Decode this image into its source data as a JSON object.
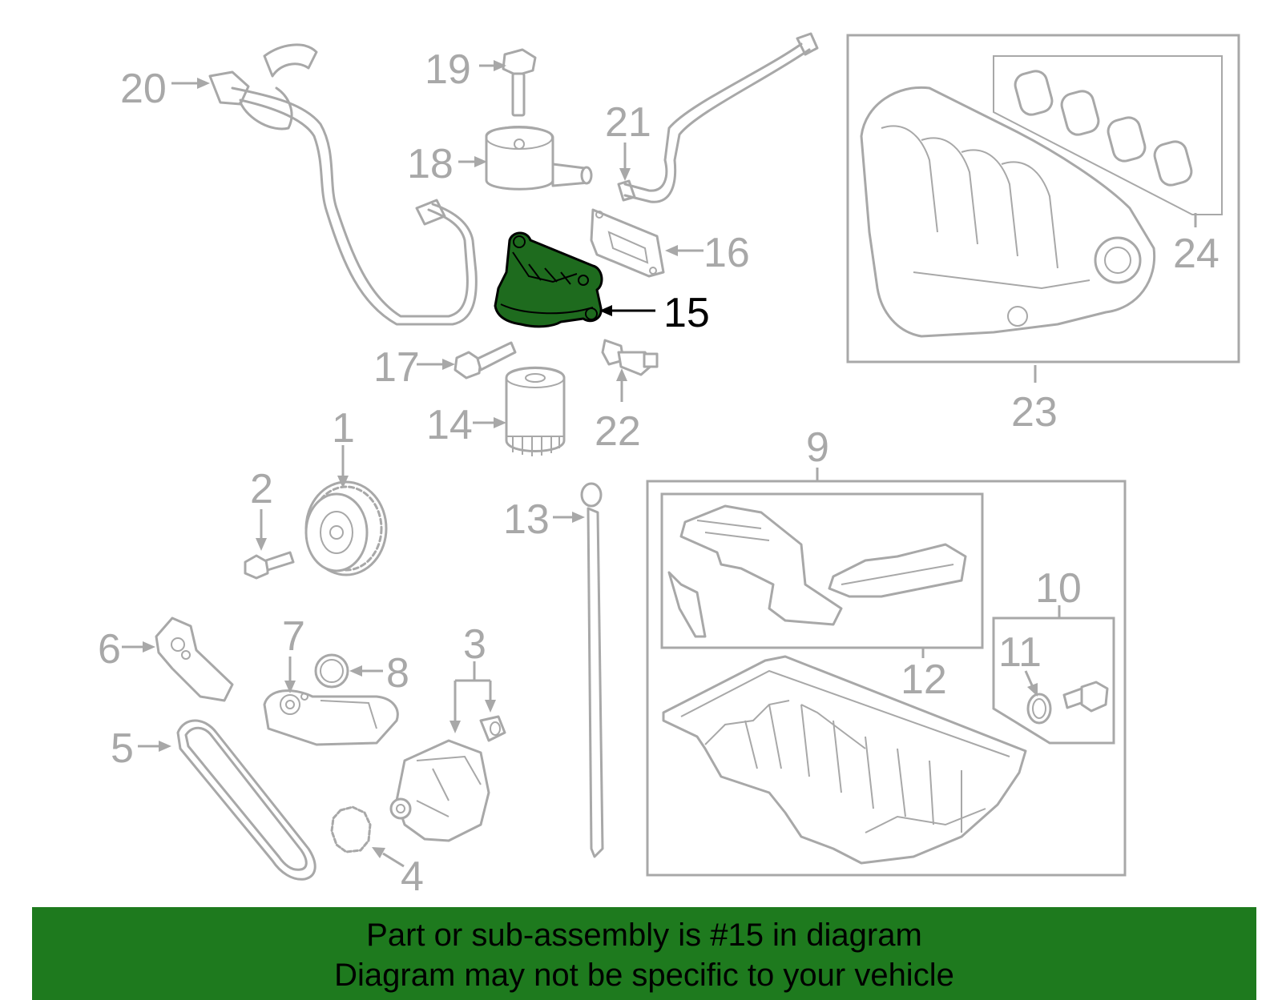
{
  "diagram": {
    "highlighted_part": "15",
    "highlight_color": "#1e6b1e",
    "callouts": {
      "c1": "1",
      "c2": "2",
      "c3": "3",
      "c4": "4",
      "c5": "5",
      "c6": "6",
      "c7": "7",
      "c8": "8",
      "c9": "9",
      "c10": "10",
      "c11": "11",
      "c12": "12",
      "c13": "13",
      "c14": "14",
      "c15": "15",
      "c16": "16",
      "c17": "17",
      "c18": "18",
      "c19": "19",
      "c20": "20",
      "c21": "21",
      "c22": "22",
      "c23": "23",
      "c24": "24"
    }
  },
  "banner": {
    "line1": "Part or sub-assembly is #15 in diagram",
    "line2": "Diagram may not be specific to your vehicle",
    "background_color": "#1e7a1e"
  }
}
